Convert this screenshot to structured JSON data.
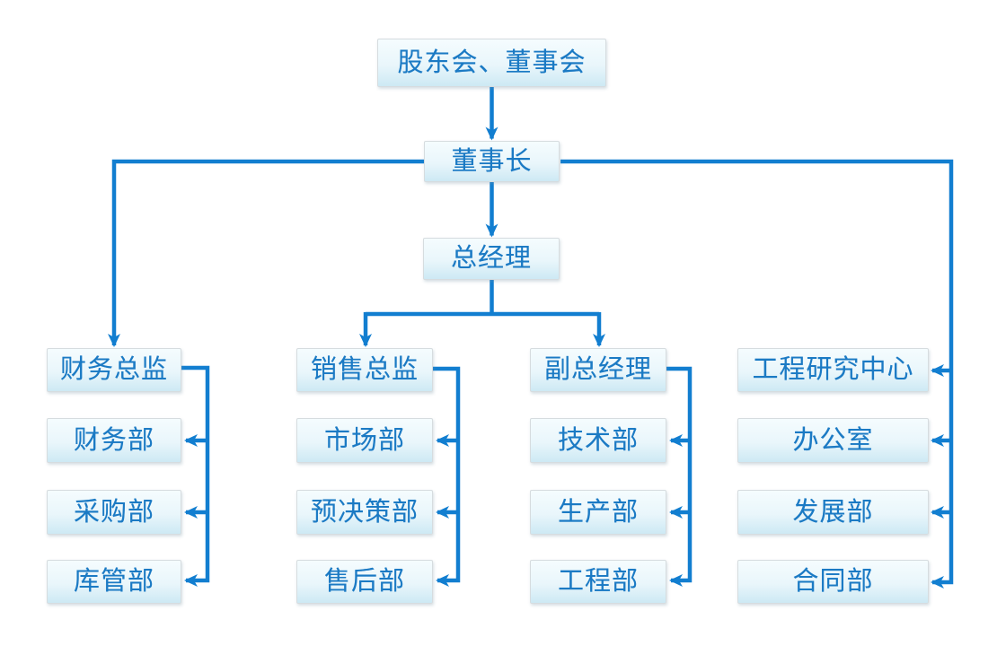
{
  "diagram": {
    "type": "org-chart",
    "colors": {
      "connector": "#127ED0",
      "label_text": "#1B7AC4",
      "box_fill_top": "#F5FCFE",
      "box_fill_bottom": "#CDE9F4",
      "box_border": "#D6DCDF",
      "background": "#FFFFFF"
    },
    "nodes": {
      "board": {
        "label": "股东会、董事会"
      },
      "chairman": {
        "label": "董事长"
      },
      "gm": {
        "label": "总经理"
      },
      "fin_dir": {
        "label": "财务总监"
      },
      "fin_dept": {
        "label": "财务部"
      },
      "purchase_dept": {
        "label": "采购部"
      },
      "warehouse_dept": {
        "label": "库管部"
      },
      "sales_dir": {
        "label": "销售总监"
      },
      "market_dept": {
        "label": "市场部"
      },
      "predecision_dept": {
        "label": "预决策部"
      },
      "aftersales_dept": {
        "label": "售后部"
      },
      "deputy_gm": {
        "label": "副总经理"
      },
      "tech_dept": {
        "label": "技术部"
      },
      "production_dept": {
        "label": "生产部"
      },
      "engineering_dept": {
        "label": "工程部"
      },
      "erc": {
        "label": "工程研究中心"
      },
      "office": {
        "label": "办公室"
      },
      "development_dept": {
        "label": "发展部"
      },
      "contract_dept": {
        "label": "合同部"
      }
    },
    "edges": [
      {
        "from": "board",
        "to": "chairman"
      },
      {
        "from": "chairman",
        "to": "gm"
      },
      {
        "from": "chairman",
        "to": "fin_dir"
      },
      {
        "from": "chairman",
        "to": "erc"
      },
      {
        "from": "chairman",
        "to": "office"
      },
      {
        "from": "chairman",
        "to": "development_dept"
      },
      {
        "from": "chairman",
        "to": "contract_dept"
      },
      {
        "from": "gm",
        "to": "sales_dir"
      },
      {
        "from": "gm",
        "to": "deputy_gm"
      },
      {
        "from": "fin_dir",
        "to": "fin_dept"
      },
      {
        "from": "fin_dir",
        "to": "purchase_dept"
      },
      {
        "from": "fin_dir",
        "to": "warehouse_dept"
      },
      {
        "from": "sales_dir",
        "to": "market_dept"
      },
      {
        "from": "sales_dir",
        "to": "predecision_dept"
      },
      {
        "from": "sales_dir",
        "to": "aftersales_dept"
      },
      {
        "from": "deputy_gm",
        "to": "tech_dept"
      },
      {
        "from": "deputy_gm",
        "to": "production_dept"
      },
      {
        "from": "deputy_gm",
        "to": "engineering_dept"
      }
    ]
  }
}
